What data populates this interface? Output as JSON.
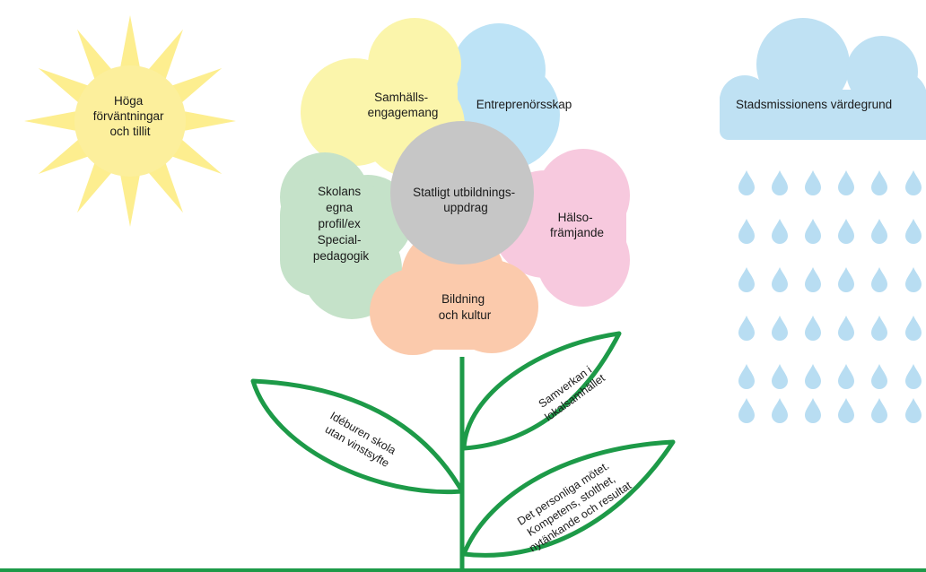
{
  "sun": {
    "lines": [
      "Höga",
      "förväntningar",
      "och tillit"
    ]
  },
  "cloud": {
    "label": "Stadsmissionens värdegrund"
  },
  "flower": {
    "center": [
      "Statligt utbildnings-",
      "uppdrag"
    ],
    "petals": {
      "top_left": [
        "Samhälls-",
        "engagemang"
      ],
      "top_right": [
        "Entreprenörsskap"
      ],
      "right": [
        "Hälso-",
        "främjande"
      ],
      "bottom": [
        "Bildning",
        "och kultur"
      ],
      "left": [
        "Skolans",
        "egna",
        "profil/ex",
        "Special-",
        "pedagogik"
      ]
    }
  },
  "leaves": {
    "left": [
      "Idéburen skola",
      "utan vinstsyfte"
    ],
    "upper_right": [
      "Samverkan i",
      "lokalsamhället"
    ],
    "lower_right": [
      "Det personliga mötet.",
      "Kompetens, stolthet,",
      "nytänkande och resultat"
    ]
  },
  "colors": {
    "sun": "#fcef9c",
    "sun_rays": "#fdee8f",
    "cloud": "#bfe1f3",
    "raindrop": "#b8ddf2",
    "petal_yellow": "#fbf5ab",
    "petal_blue": "#bde3f6",
    "petal_pink": "#f7c9de",
    "petal_peach": "#fbcaac",
    "petal_green": "#c5e2c9",
    "center_gray": "#c6c6c6",
    "stem_green": "#1d9a48"
  }
}
